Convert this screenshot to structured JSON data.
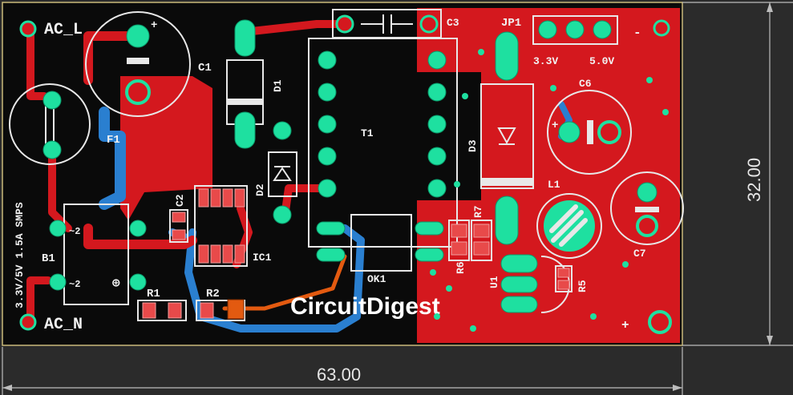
{
  "board": {
    "title": "3.3V/5V 1.5A SMPS",
    "width_label": "63.00",
    "height_label": "32.00",
    "brand": {
      "part1": "Circuit",
      "part2": "Digest"
    },
    "colors": {
      "background": "#2b2b2b",
      "board": "#0a0a0a",
      "copper_top": "#d4181e",
      "copper_bottom": "#2a7fd0",
      "pad": "#1ee0a0",
      "silkscreen": "#e8e8e8",
      "outline": "#c9b97a"
    }
  },
  "labels": {
    "ac_l": "AC_L",
    "ac_n": "AC_N",
    "c1": "C1",
    "c2": "C2",
    "c3": "C3",
    "c6": "C6",
    "c7": "C7",
    "d1": "D1",
    "d2": "D2",
    "d3": "D3",
    "f1": "F1",
    "b1": "B1",
    "t1": "T1",
    "ic1": "IC1",
    "ok1": "OK1",
    "r1": "R1",
    "r2": "R2",
    "r5": "R5",
    "r6": "R6",
    "r7": "R7",
    "u1": "U1",
    "l1": "L1",
    "jp1": "JP1",
    "v33": "3.3V",
    "v50": "5.0V",
    "plus": "+",
    "minus": "-",
    "b1_pin2_top": "~2",
    "b1_pin2_bot": "~2",
    "b1_plus": "⊕"
  }
}
